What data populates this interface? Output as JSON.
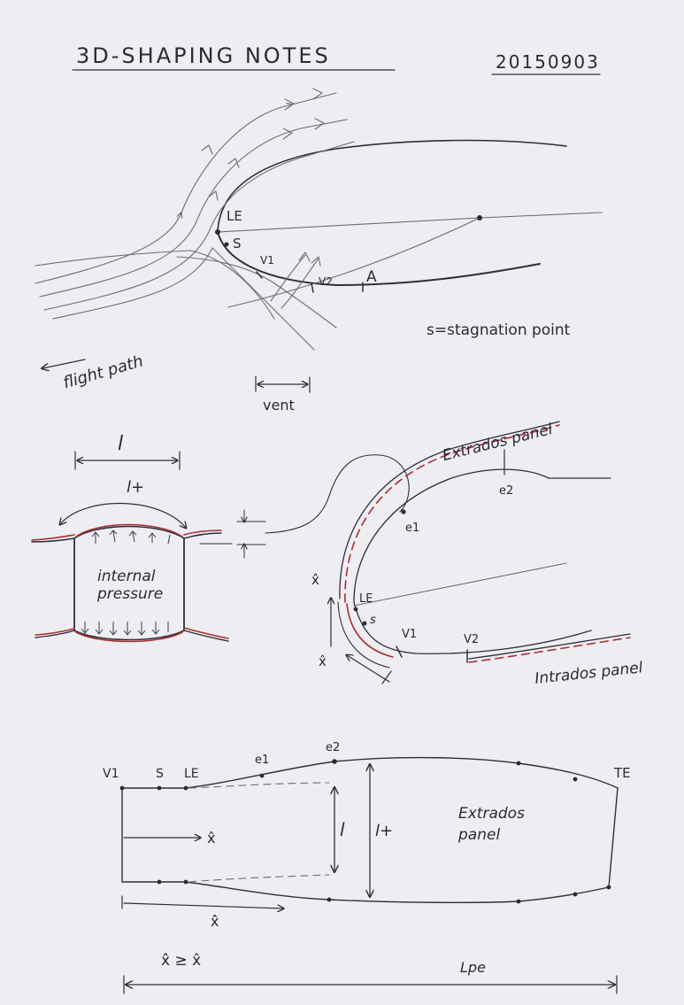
{
  "header": {
    "title": "3D-SHAPING NOTES",
    "date": "20150903"
  },
  "airflow_diagram": {
    "le_label": "LE",
    "s_label": "S",
    "v1_label": "V1",
    "v2_label": "V2",
    "a_label": "A",
    "stagnation_note": "s=stagnation point",
    "flight_path_label": "flight path",
    "vent_label": "vent"
  },
  "cell_diagram": {
    "l_label": "l",
    "l_plus_label": "l+",
    "internal_label": "internal",
    "pressure_label": "pressure"
  },
  "profile_diagram": {
    "extrados_label": "Extrados panel",
    "intrados_label": "Intrados panel",
    "e1_label": "e1",
    "e2_label": "e2",
    "le_label": "LE",
    "s_label": "s",
    "v1_label": "V1",
    "v2_label": "V2",
    "xhat_label": "x̂",
    "xhathat_label": "x̂̂"
  },
  "panel_diagram": {
    "v1_label": "V1",
    "s_label": "S",
    "le_label": "LE",
    "e1_label": "e1",
    "e2_label": "e2",
    "te_label": "TE",
    "title_line1": "Extrados",
    "title_line2": "panel",
    "l_label": "l",
    "l_plus_label": "l+",
    "xhat_label": "x̂",
    "xhathat_label": "x̂̂",
    "inequality_label": "x̂̂ ≥ x̂",
    "lpe_label": "Lpe"
  }
}
